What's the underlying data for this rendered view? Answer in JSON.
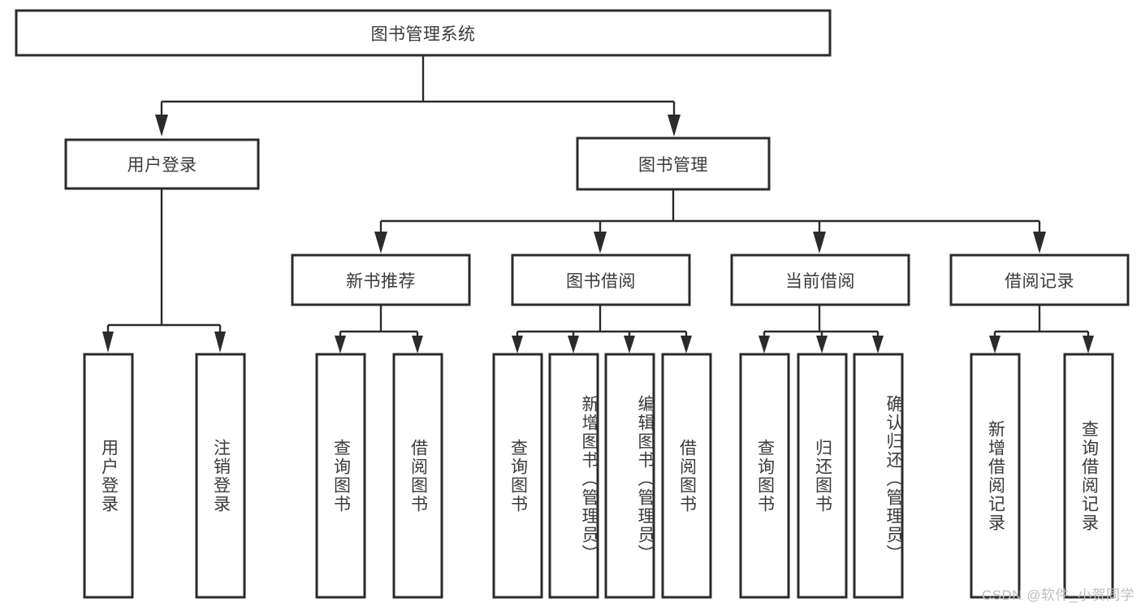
{
  "diagram": {
    "title": "图书管理系统",
    "type": "tree-hierarchy-chart",
    "colors": {
      "stroke": "#2b2b2b",
      "fill": "#ffffff",
      "text": "#3a3a3a",
      "background": "#ffffff",
      "watermark": "#bdbdbd"
    },
    "root": {
      "label": "图书管理系统"
    },
    "level1": [
      {
        "label": "用户登录"
      },
      {
        "label": "图书管理"
      }
    ],
    "level2": [
      {
        "label": "新书推荐"
      },
      {
        "label": "图书借阅"
      },
      {
        "label": "当前借阅"
      },
      {
        "label": "借阅记录"
      }
    ],
    "leaves": {
      "user_login": [
        {
          "label": "用户登录"
        },
        {
          "label": "注销登录"
        }
      ],
      "new_book_recommend": [
        {
          "label": "查询图书"
        },
        {
          "label": "借阅图书"
        }
      ],
      "book_borrow": [
        {
          "label": "查询图书"
        },
        {
          "label": "新增图书（管理员）"
        },
        {
          "label": "编辑图书（管理员）"
        },
        {
          "label": "借阅图书"
        }
      ],
      "current_borrow": [
        {
          "label": "查询图书"
        },
        {
          "label": "归还图书"
        },
        {
          "label": "确认归还（管理员）"
        }
      ],
      "borrow_record": [
        {
          "label": "新增借阅记录"
        },
        {
          "label": "查询借阅记录"
        }
      ]
    }
  },
  "watermark": {
    "text": "CSDN @软件_小贺同学"
  }
}
